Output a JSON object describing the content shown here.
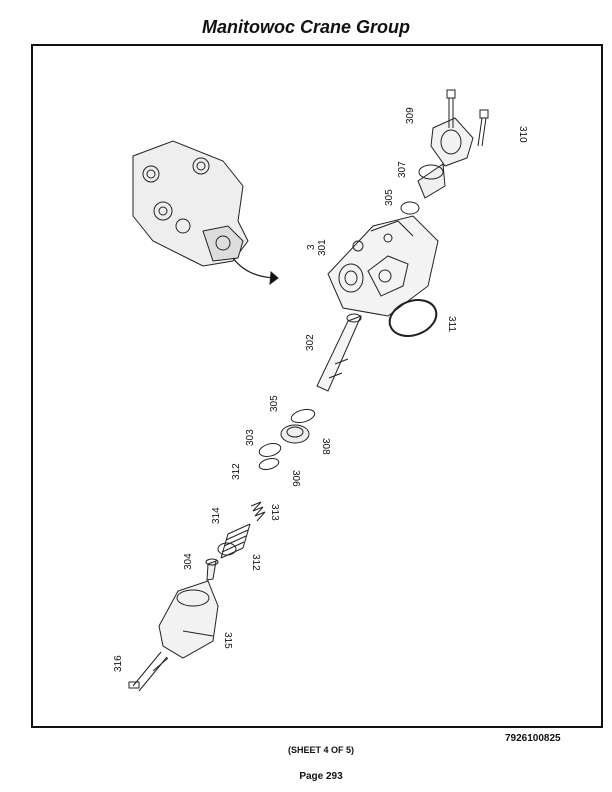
{
  "header": {
    "title": "Manitowoc Crane Group"
  },
  "diagram": {
    "callouts": [
      "309",
      "310",
      "307",
      "305",
      "3",
      "301",
      "311",
      "302",
      "305",
      "303",
      "308",
      "312",
      "306",
      "314",
      "313",
      "304",
      "312",
      "315",
      "316"
    ]
  },
  "footer": {
    "drawing_number": "7926100825",
    "sheet": "(SHEET 4 OF 5)",
    "page": "Page 293"
  }
}
